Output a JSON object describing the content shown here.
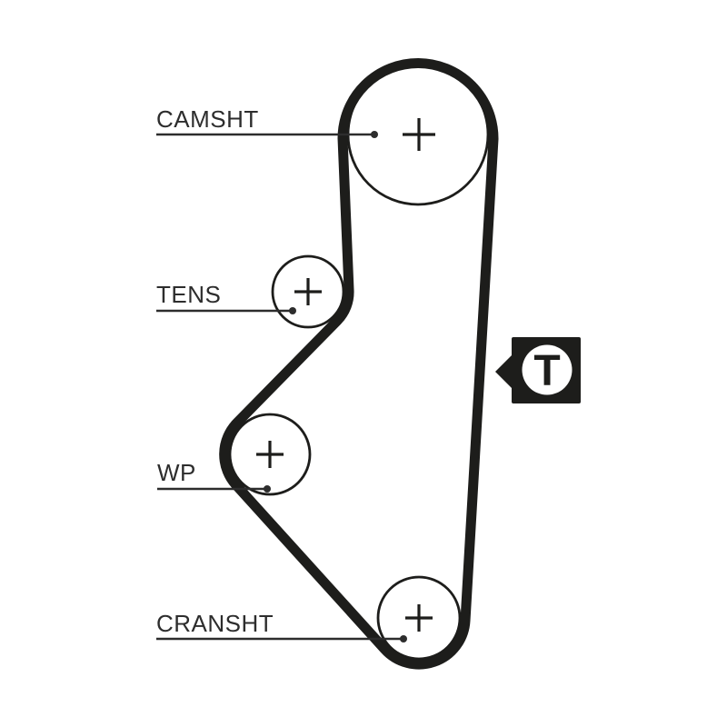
{
  "colors": {
    "ink": "#1d1d1b",
    "label_text": "#2d2d2d",
    "background": "#ffffff"
  },
  "pulleys": {
    "camsht": {
      "label": "CAMSHT"
    },
    "tens": {
      "label": "TENS"
    },
    "wp": {
      "label": "WP"
    },
    "cransht": {
      "label": "CRANSHT"
    }
  },
  "marker": {
    "letter": "T",
    "icon": "left-arrow-icon"
  }
}
